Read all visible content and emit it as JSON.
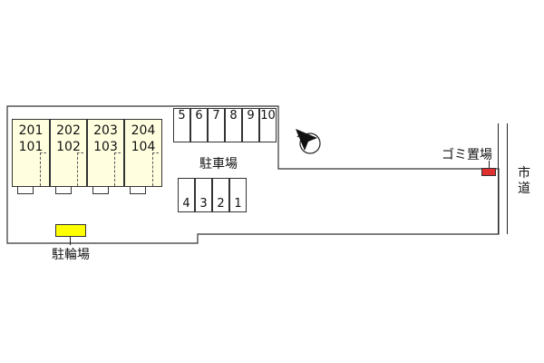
{
  "units": [
    {
      "upper": "201",
      "lower": "101"
    },
    {
      "upper": "202",
      "lower": "102"
    },
    {
      "upper": "203",
      "lower": "103"
    },
    {
      "upper": "204",
      "lower": "104"
    }
  ],
  "parking_top_stalls": [
    "5",
    "6",
    "7",
    "8",
    "9",
    "10"
  ],
  "parking_bottom_stalls": [
    "4",
    "3",
    "2",
    "1"
  ],
  "labels": {
    "parking": "駐車場",
    "bicycle_parking": "駐輪場",
    "garbage": "ゴミ置場",
    "city_road_1": "市",
    "city_road_2": "道"
  },
  "icons": {
    "north": "north-arrow-icon"
  },
  "colors": {
    "building": "#ffffe0",
    "bicycle": "#ffff00",
    "garbage": "#e03030",
    "outline": "#333333"
  }
}
